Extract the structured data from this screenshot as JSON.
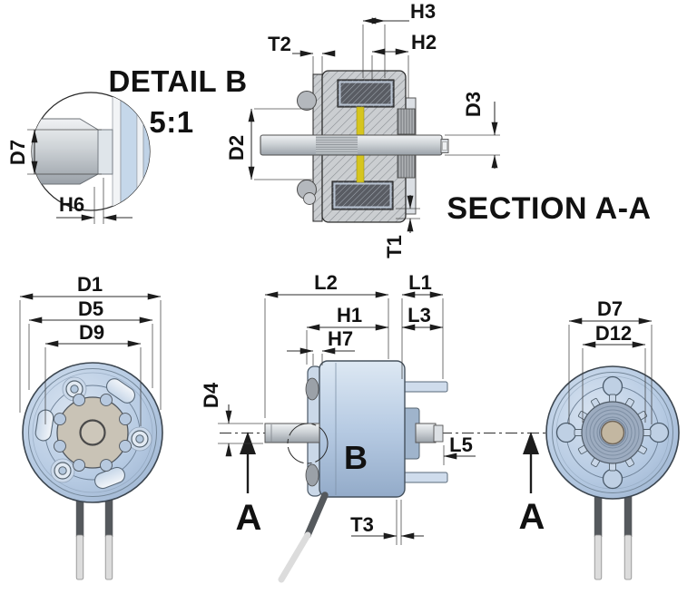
{
  "titles": {
    "detail": "DETAIL B",
    "detail_scale": "5:1",
    "section": "SECTION A-A"
  },
  "markers": {
    "section_a": "A",
    "detail_b": "B"
  },
  "dims": {
    "d1": "D1",
    "d2": "D2",
    "d3": "D3",
    "d4": "D4",
    "d5": "D5",
    "d7": "D7",
    "d9": "D9",
    "d12": "D12",
    "h1": "H1",
    "h2": "H2",
    "h3": "H3",
    "h6": "H6",
    "h7": "H7",
    "l1": "L1",
    "l2": "L2",
    "l3": "L3",
    "l5": "L5",
    "t1": "T1",
    "t2": "T2",
    "t3": "T3"
  },
  "colors": {
    "housing_blue": "#b7cbe3",
    "housing_blue_light": "#d9e4f1",
    "rotor_tan": "#c9c3b6",
    "hub_tan": "#c3b7a1",
    "magnet_yellow": "#d6c51e",
    "wire_dark": "#55595d",
    "wire_light": "#dcdcdc",
    "line_dark": "#1c1c1c"
  }
}
